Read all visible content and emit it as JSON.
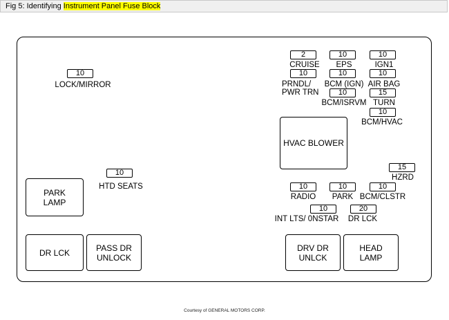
{
  "title": {
    "prefix": "Fig 5: Identifying ",
    "highlight": "Instrument Panel Fuse Block"
  },
  "fuses": [
    {
      "id": "lock-mirror",
      "amps": "10",
      "label": "LOCK/MIRROR"
    },
    {
      "id": "htd-seats",
      "amps": "10",
      "label": "HTD SEATS"
    },
    {
      "id": "cruise",
      "amps": "2",
      "label": "CRUISE"
    },
    {
      "id": "eps",
      "amps": "10",
      "label": "EPS"
    },
    {
      "id": "ign1",
      "amps": "10",
      "label": "IGN1"
    },
    {
      "id": "prndl",
      "amps": "10",
      "label": "PRNDL/\nPWR TRN"
    },
    {
      "id": "bcm-ign",
      "amps": "10",
      "label": "BCM (IGN)"
    },
    {
      "id": "air-bag",
      "amps": "10",
      "label": "AIR BAG"
    },
    {
      "id": "bcm-isrvm",
      "amps": "10",
      "label": "BCM/ISRVM"
    },
    {
      "id": "turn",
      "amps": "15",
      "label": "TURN"
    },
    {
      "id": "bcm-hvac",
      "amps": "10",
      "label": "BCM/HVAC"
    },
    {
      "id": "hzrd",
      "amps": "15",
      "label": "HZRD"
    },
    {
      "id": "radio",
      "amps": "10",
      "label": "RADIO"
    },
    {
      "id": "park",
      "amps": "10",
      "label": "PARK"
    },
    {
      "id": "bcm-clstr",
      "amps": "10",
      "label": "BCM/CLSTR"
    },
    {
      "id": "int-lts",
      "amps": "10",
      "label": "INT LTS/ 0NSTAR"
    },
    {
      "id": "dr-lck-fuse",
      "amps": "20",
      "label": "DR LCK"
    }
  ],
  "relays": [
    {
      "id": "hvac-blower",
      "label": "HVAC BLOWER"
    },
    {
      "id": "park-lamp",
      "label": "PARK\nLAMP"
    },
    {
      "id": "dr-lck",
      "label": "DR LCK"
    },
    {
      "id": "pass-dr-unlock",
      "label": "PASS DR\nUNLOCK"
    },
    {
      "id": "drv-dr-unlck",
      "label": "DRV DR\nUNLCK"
    },
    {
      "id": "head-lamp",
      "label": "HEAD\nLAMP"
    }
  ],
  "credit": "Courtesy of GENERAL MOTORS CORP."
}
